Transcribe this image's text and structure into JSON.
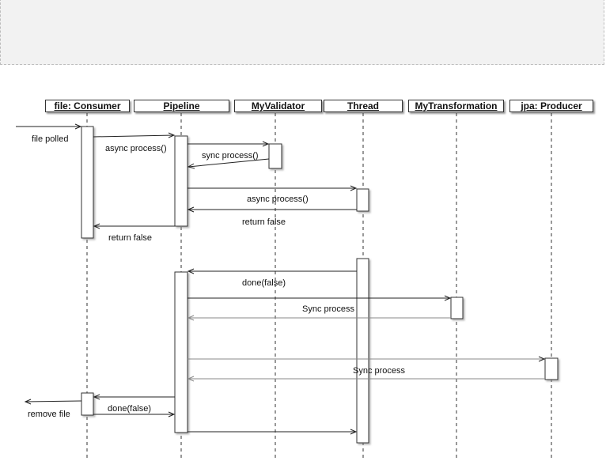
{
  "participants": [
    {
      "label": "file: Consumer"
    },
    {
      "label": "Pipeline"
    },
    {
      "label": "MyValidator"
    },
    {
      "label": "Thread"
    },
    {
      "label": "MyTransformation"
    },
    {
      "label": "jpa: Producer"
    }
  ],
  "messages": {
    "file_polled": "file polled",
    "async_process_1": "async process()",
    "sync_process_validator": "sync process()",
    "async_process_2": "async process()",
    "return_false_1": "return false",
    "return_false_2": "return false",
    "done_false_1": "done(false)",
    "sync_process_transformation": "Sync process",
    "sync_process_producer": "Sync process",
    "remove_file": "remove file",
    "done_false_2": "done(false)"
  }
}
